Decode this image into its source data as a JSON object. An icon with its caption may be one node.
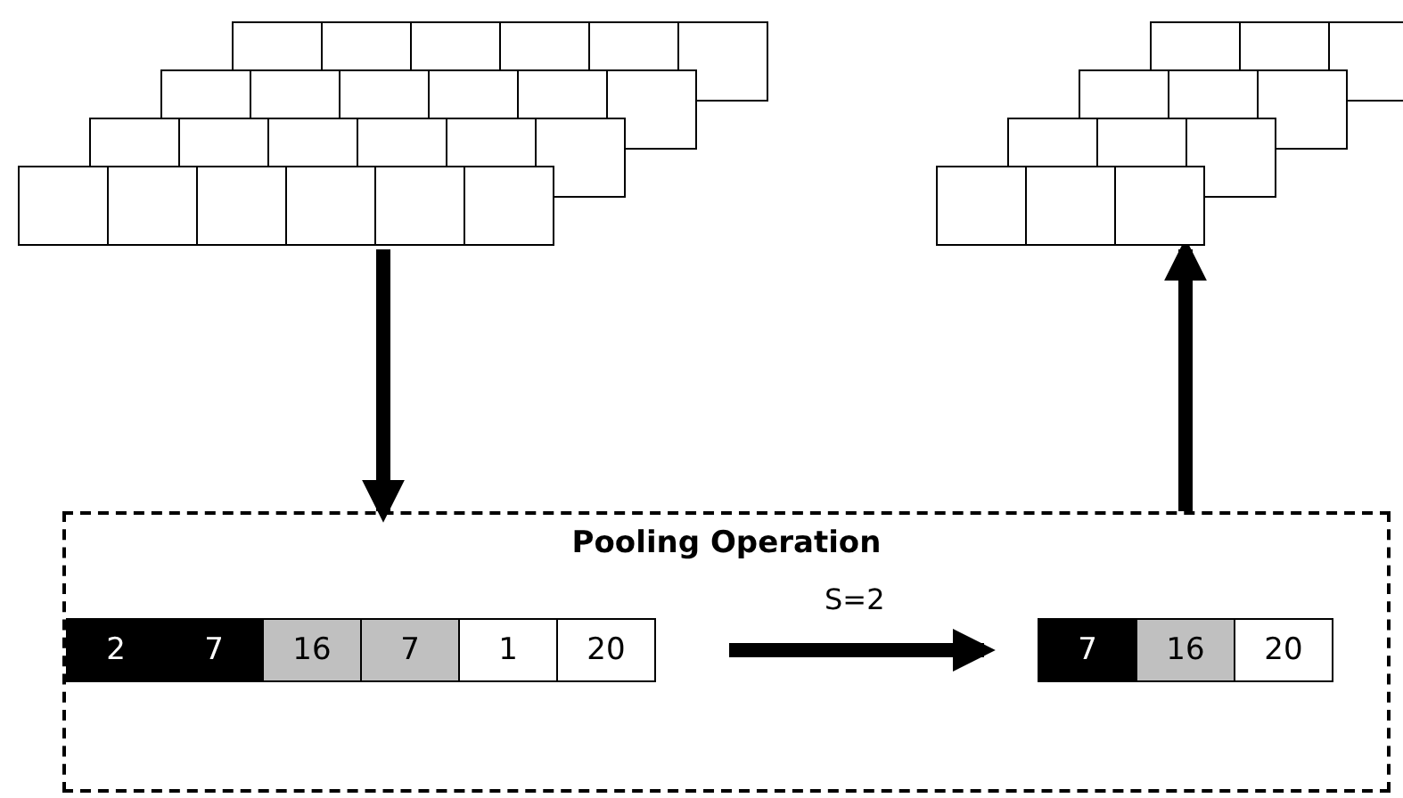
{
  "diagram": {
    "nodes": [
      {
        "text": [],
        "shape": "picture"
      },
      {
        "text": [],
        "shape": "picture"
      },
      {
        "text": [
          "Pooling Operation"
        ]
      },
      {
        "text": [],
        "shape": "box",
        "in": 2
      },
      {
        "text": [
          "2"
        ],
        "in": 3
      },
      {
        "text": [
          "7"
        ],
        "in": 3
      },
      {
        "text": [
          "16"
        ],
        "in": 3
      },
      {
        "text": [
          "7"
        ],
        "in": 3
      },
      {
        "text": [
          "1"
        ],
        "in": 3
      },
      {
        "text": [
          "20"
        ],
        "in": 3
      },
      {
        "text": [],
        "shape": "box",
        "in": 2
      },
      {
        "text": [
          "7"
        ],
        "in": 10
      },
      {
        "text": [
          "16"
        ],
        "in": 10
      },
      {
        "text": [
          "20"
        ],
        "in": 10
      }
    ],
    "edges": [
      {
        "from": 0,
        "to": 2,
        "arrow": "to"
      },
      {
        "from": 2,
        "to": 1,
        "arrow": "to"
      },
      {
        "from": 3,
        "to": 10,
        "arrow": "to",
        "label": "S=2"
      }
    ]
  }
}
